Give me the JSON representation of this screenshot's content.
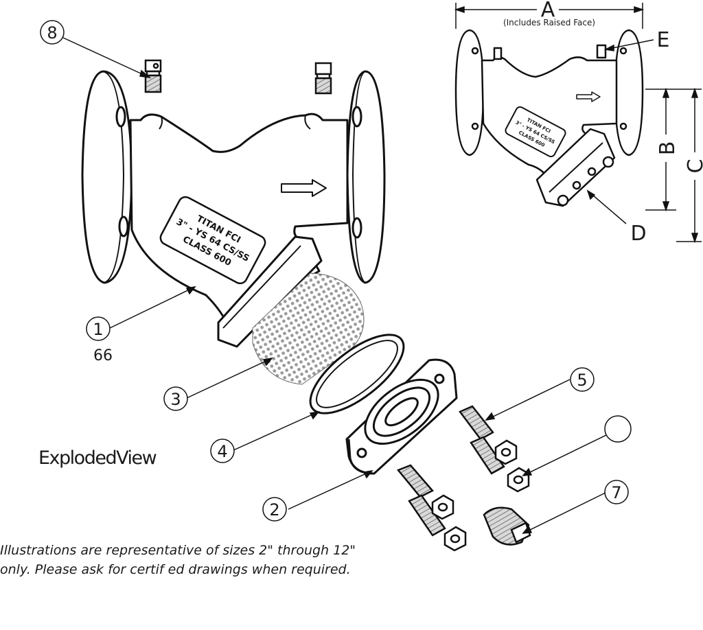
{
  "title": "ExplodedView",
  "note": {
    "line1": "Illustrations are representative of sizes 2\" through 12\"",
    "line2": "only.  Please ask for certif ed drawings when required."
  },
  "part1_qty": "66",
  "callouts": {
    "c1": "1",
    "c2": "2",
    "c3": "3",
    "c4": "4",
    "c5": "5",
    "c6": "",
    "c7": "7",
    "c8": "8"
  },
  "body_label": {
    "l1": "TITAN FCI",
    "l2": "3\" - YS 64 CS/SS",
    "l3": "CLASS 600"
  },
  "dimensions": {
    "A": "A",
    "A_note": "(Includes Raised Face)",
    "B": "B",
    "C": "C",
    "D": "D",
    "E": "E"
  },
  "icons": [
    "flow-arrow-icon",
    "strainer-screen",
    "gasket",
    "cover",
    "studs",
    "nuts",
    "plug",
    "vent-plug"
  ]
}
